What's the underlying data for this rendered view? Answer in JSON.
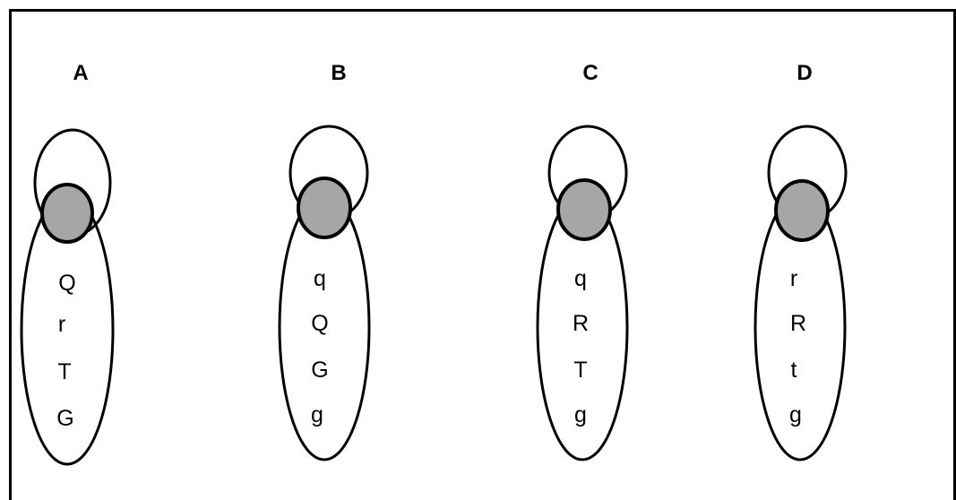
{
  "colors": {
    "stroke": "#000000",
    "centromere_fill": "#a6a6a6",
    "background": "#ffffff"
  },
  "panels": [
    {
      "label": "A",
      "alleles": [
        "Q",
        "r",
        "T",
        "G"
      ]
    },
    {
      "label": "B",
      "alleles": [
        "q",
        "Q",
        "G",
        "g"
      ]
    },
    {
      "label": "C",
      "alleles": [
        "q",
        "R",
        "T",
        "g"
      ]
    },
    {
      "label": "D",
      "alleles": [
        "r",
        "R",
        "t",
        "g"
      ]
    }
  ]
}
